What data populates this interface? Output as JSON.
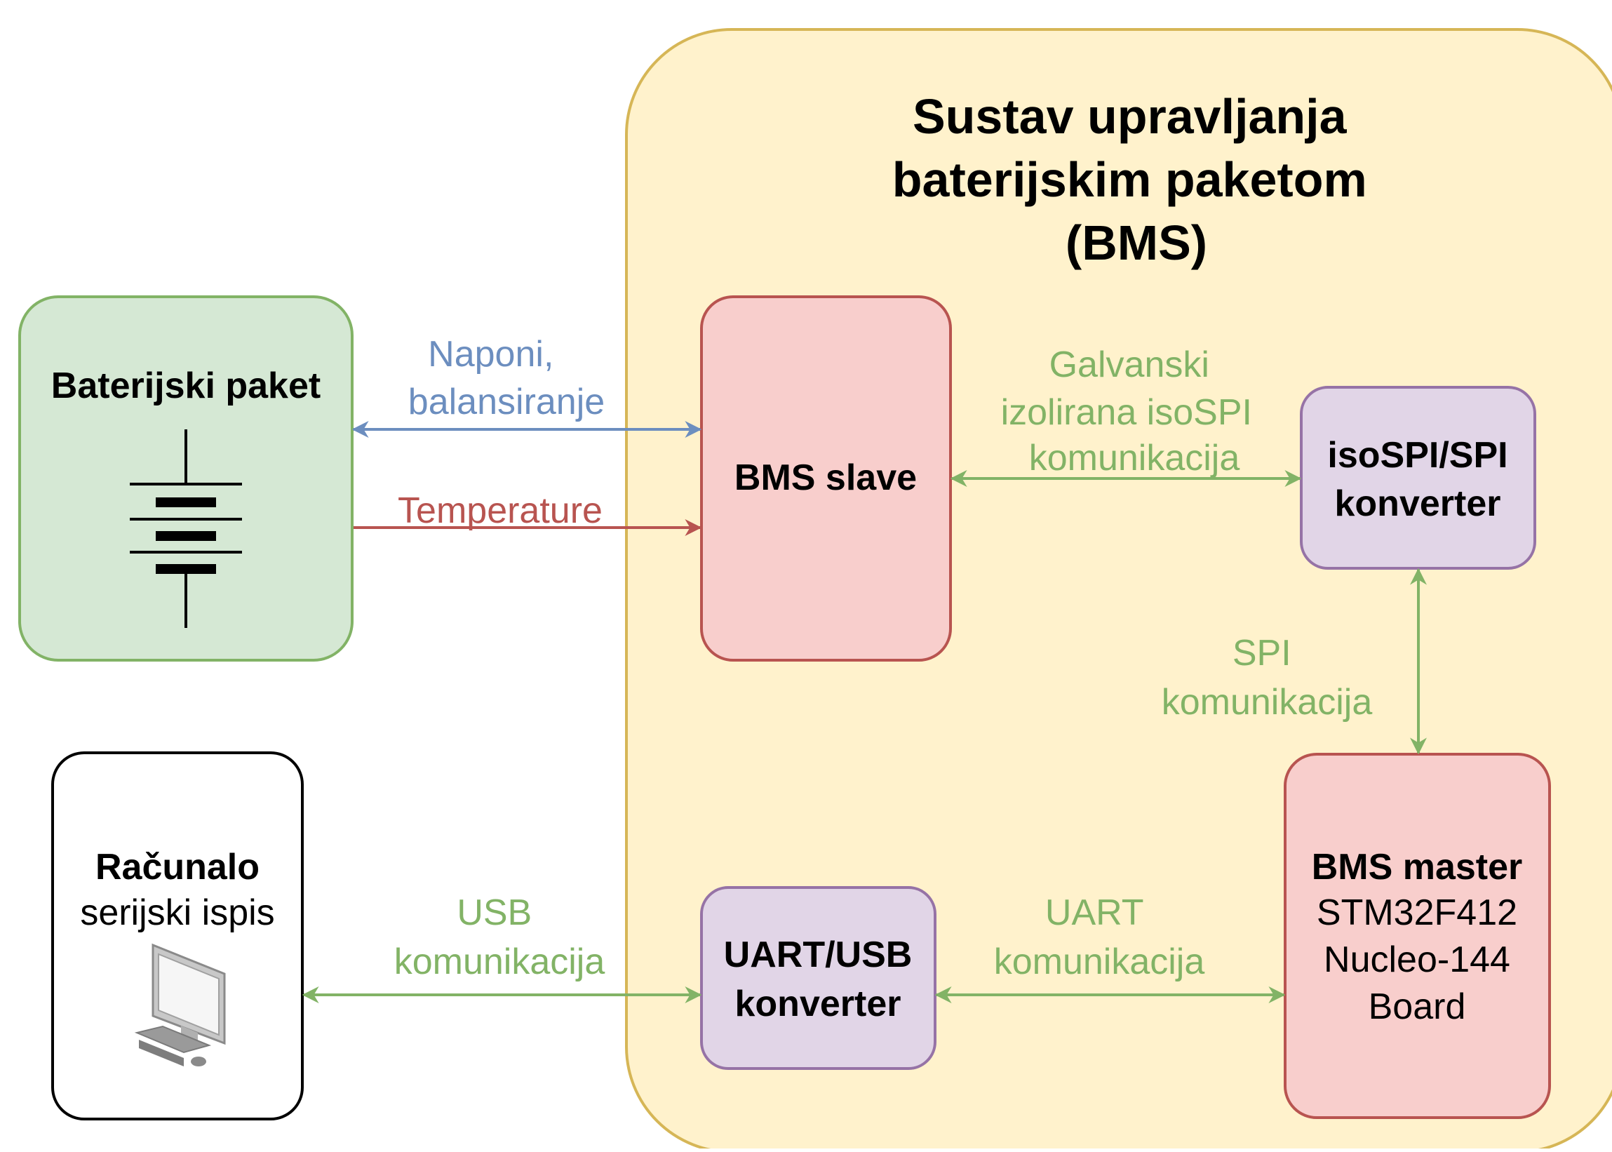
{
  "colors": {
    "bms_frame_fill": "#fff2cc",
    "bms_frame_stroke": "#d6b656",
    "green_fill": "#d5e8d4",
    "green_stroke": "#82b366",
    "red_fill": "#f8cecc",
    "red_stroke": "#b85450",
    "purple_fill": "#e1d5e7",
    "purple_stroke": "#9673a6",
    "blue_arrow": "#6c8ebf",
    "red_arrow": "#b85450",
    "green_arrow": "#82b366"
  },
  "frame": {
    "title_lines": [
      "Sustav upravljanja",
      "baterijskim paketom",
      "(BMS)"
    ]
  },
  "nodes": {
    "battery_pack": {
      "label": "Baterijski paket",
      "icon": "battery-icon"
    },
    "computer": {
      "label_line1": "Računalo",
      "label_line2": "serijski ispis",
      "icon": "computer-icon"
    },
    "bms_slave": {
      "label": "BMS slave"
    },
    "isospi_converter": {
      "label_line1": "isoSPI/SPI",
      "label_line2": "konverter"
    },
    "bms_master": {
      "label_lines": [
        "BMS master",
        "STM32F412",
        "Nucleo-144",
        "Board"
      ]
    },
    "uart_usb_converter": {
      "label_line1": "UART/USB",
      "label_line2": "konverter"
    }
  },
  "edges": {
    "voltages": {
      "lines": [
        "Naponi,",
        "balansiranje"
      ]
    },
    "temperatures": {
      "lines": [
        "Temperature"
      ]
    },
    "isospi": {
      "lines": [
        "Galvanski",
        "izolirana isoSPI",
        "komunikacija"
      ]
    },
    "spi": {
      "lines": [
        "SPI",
        "komunikacija"
      ]
    },
    "uart": {
      "lines": [
        "UART",
        "komunikacija"
      ]
    },
    "usb": {
      "lines": [
        "USB",
        "komunikacija"
      ]
    }
  }
}
